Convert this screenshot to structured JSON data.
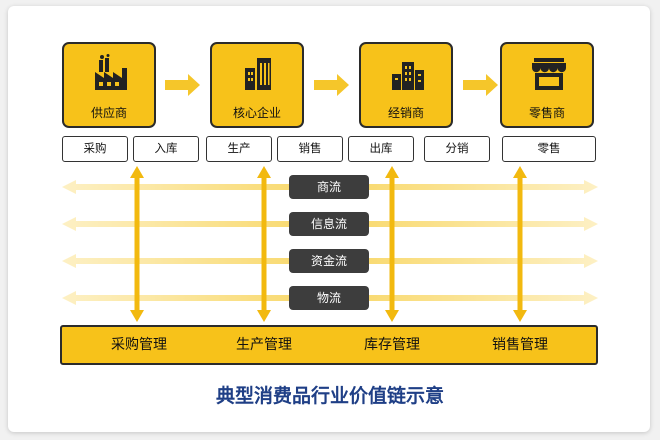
{
  "entities": [
    "供应商",
    "核心企业",
    "经销商",
    "零售商"
  ],
  "steps": [
    "采购",
    "入库",
    "生产",
    "销售",
    "出库",
    "分销",
    "零售"
  ],
  "flows": [
    "商流",
    "信息流",
    "资金流",
    "物流"
  ],
  "management": [
    "采购管理",
    "生产管理",
    "库存管理",
    "销售管理"
  ],
  "caption": "典型消费品行业价值链示意",
  "colors": {
    "yellow": "#f7c21a",
    "arrow_light": "#fbe6a6",
    "arrow_mid": "#f5c62a",
    "dark": "#3d3d3d",
    "caption": "#1f3f86"
  },
  "icons": [
    "factory-icon",
    "office-building-icon",
    "city-buildings-icon",
    "store-icon"
  ]
}
